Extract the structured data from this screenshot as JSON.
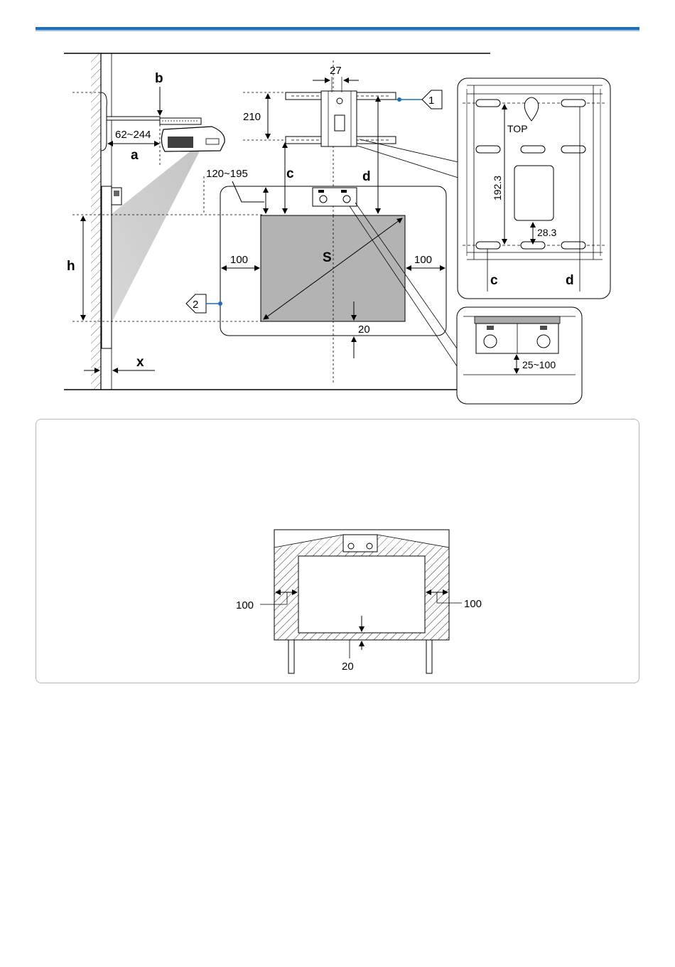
{
  "diagram": {
    "labels": {
      "b": "b",
      "a": "a",
      "a_range": "62~244",
      "gap_range": "120~195",
      "h": "h",
      "x": "x",
      "c": "c",
      "d": "d",
      "s": "S",
      "w27": "27",
      "h210": "210",
      "margin_left": "100",
      "margin_right": "100",
      "margin_bottom": "20",
      "callout_1": "1",
      "callout_2": "2",
      "detail_top": "TOP",
      "detail_192": "192.3",
      "detail_28": "28.3",
      "detail_c": "c",
      "detail_d": "d",
      "detail_range": "25~100"
    },
    "note": {
      "left": "100",
      "right": "100",
      "bottom": "20"
    },
    "colors": {
      "accent": "#1f6fb8",
      "screen": "#b3b3b3",
      "callout": "#1f6fb8"
    }
  }
}
